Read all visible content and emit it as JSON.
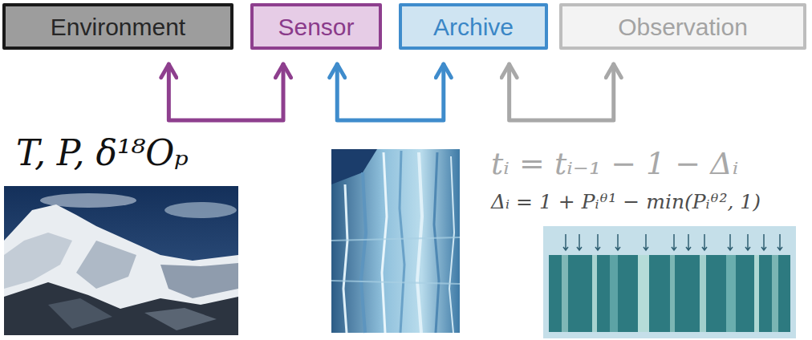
{
  "diagram": {
    "nodes": [
      {
        "text": [
          "Environment"
        ]
      },
      {
        "text": [
          "Sensor"
        ]
      },
      {
        "text": [
          "Archive"
        ]
      },
      {
        "text": [
          "Observation"
        ]
      }
    ],
    "edges": [
      {
        "from": 0,
        "to": 1,
        "arrow": "both"
      },
      {
        "from": 1,
        "to": 2,
        "arrow": "both"
      },
      {
        "from": 2,
        "to": 3,
        "arrow": "both"
      }
    ],
    "labels": [
      "T, P, δ¹⁸Oₚ",
      "tᵢ = tᵢ₋₁ − 1 − Δᵢ",
      "Δᵢ = 1 + Pᵢᶿ¹ − min(Pᵢᶿ², 1)"
    ]
  }
}
